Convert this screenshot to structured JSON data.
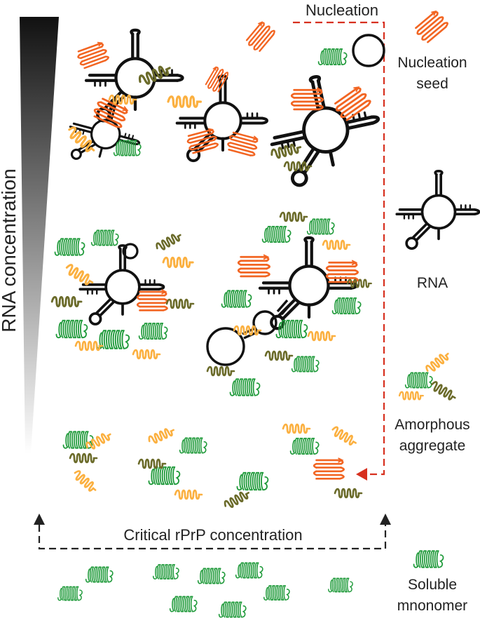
{
  "labels": {
    "nucleation_header": "Nucleation",
    "nucleation_seed": [
      "Nucleation",
      "seed"
    ],
    "rna": "RNA",
    "amorphous_aggregate": [
      "Amorphous",
      "aggregate"
    ],
    "soluble_monomer": [
      "Soluble",
      "mnonomer"
    ],
    "y_axis": "RNA concentration",
    "critical": "Critical rPrP concentration"
  },
  "colors": {
    "orange": "#f26522",
    "light_orange": "#fbb040",
    "green": "#1f9a3a",
    "olive": "#6b6b2a",
    "red_arrow": "#d7301f",
    "black": "#111111"
  },
  "icons": [
    "rna-structure-icon",
    "protein-helix-icon",
    "beta-sheet-icon"
  ]
}
